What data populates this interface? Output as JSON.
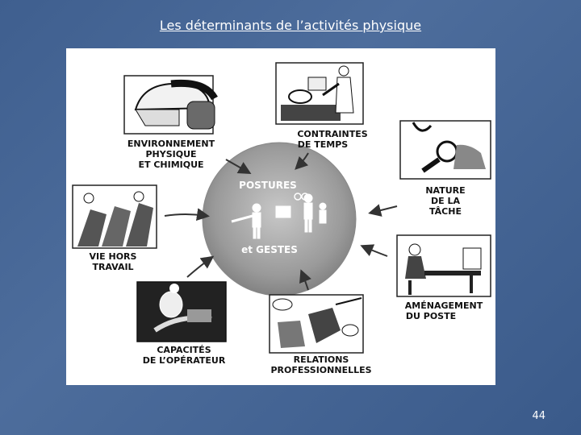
{
  "slide": {
    "title": "Les  déterminants de l’activités physique",
    "page_number": "44"
  },
  "diagram": {
    "center_top": "POSTURES",
    "center_bottom": "et GESTES",
    "labels": {
      "env_1": "ENVIRONNEMENT",
      "env_2": "PHYSIQUE",
      "env_3": "ET CHIMIQUE",
      "time_1": "CONTRAINTES",
      "time_2": "DE TEMPS",
      "task_1": "NATURE",
      "task_2": "DE LA",
      "task_3": "TÂCHE",
      "life_1": "VIE HORS",
      "life_2": "TRAVAIL",
      "post_1": "AMÉNAGEMENT",
      "post_2": "DU POSTE",
      "cap_1": "CAPACITÉS",
      "cap_2": "DE L’OPÉRATEUR",
      "rel_1": "RELATIONS",
      "rel_2": "PROFESSIONNELLES"
    }
  }
}
